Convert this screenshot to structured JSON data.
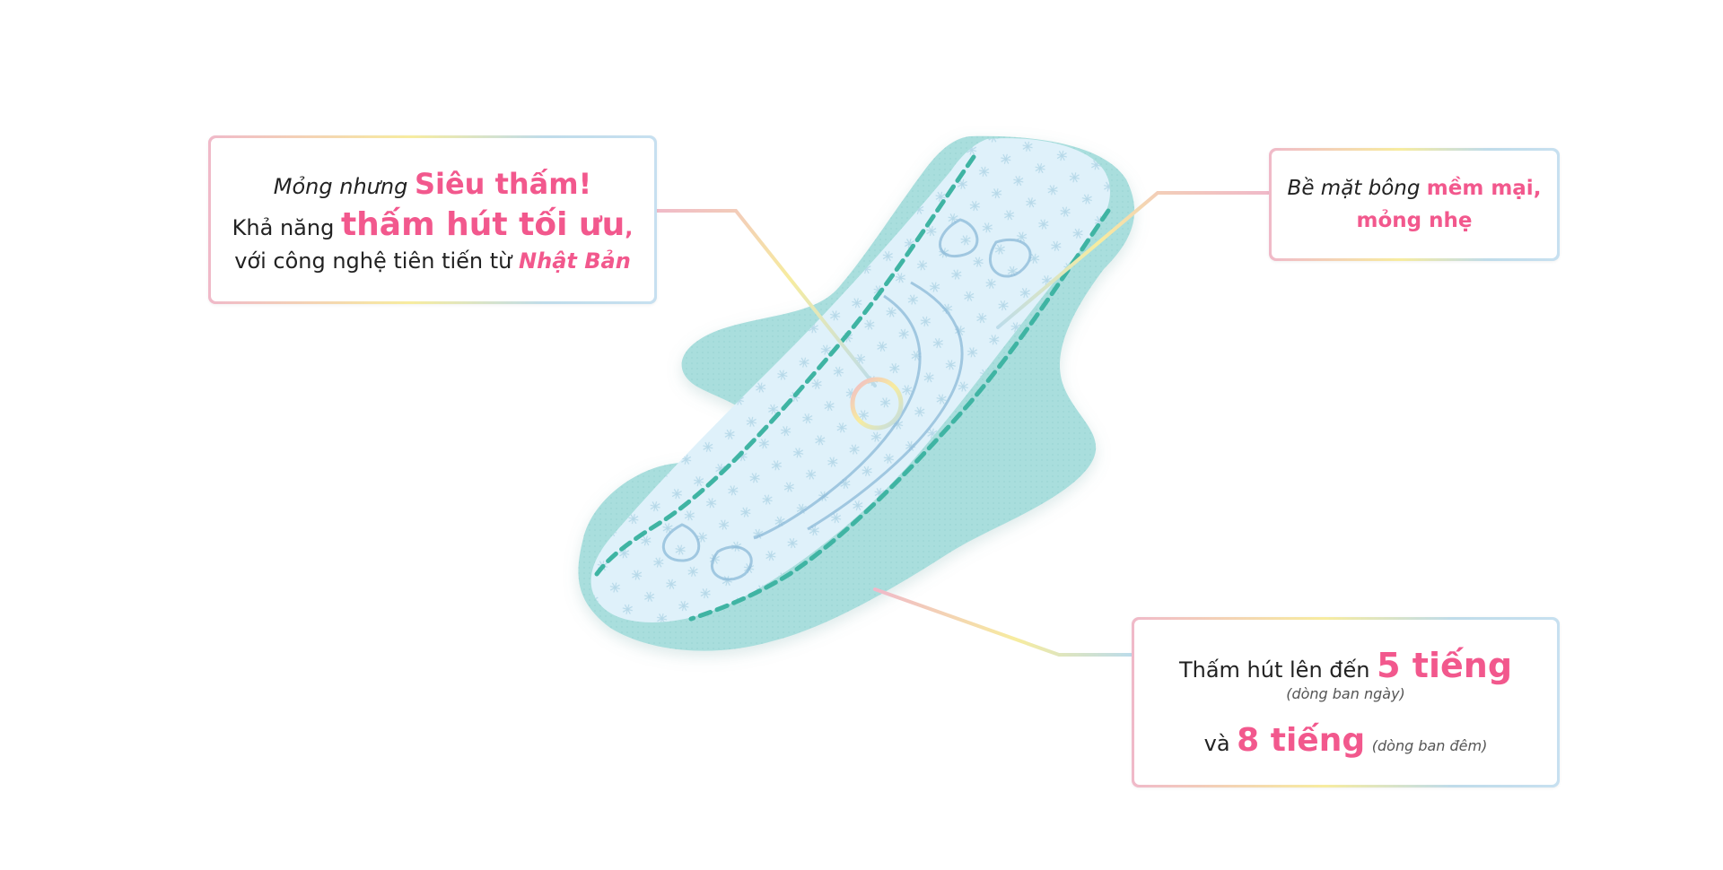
{
  "callouts": {
    "absorb": {
      "line1_prefix": "Mỏng nhưng ",
      "line1_highlight": "Siêu thấm!",
      "line2_prefix": "Khả năng ",
      "line2_highlight": "thấm hút tối ưu",
      "line2_suffix": ",",
      "line3_prefix": "với công nghệ tiên tiến từ ",
      "line3_highlight": "Nhật Bản"
    },
    "surface": {
      "line1_prefix": "Bề mặt bông ",
      "line1_highlight": "mềm mại,",
      "line2_highlight": "mỏng nhẹ"
    },
    "duration": {
      "line1_prefix": "Thấm hút lên đến ",
      "line1_highlight": "5 tiếng",
      "line1_note": "(dòng ban ngày)",
      "line2_prefix": "và ",
      "line2_highlight": "8 tiếng",
      "line2_note": "(dòng ban đêm)"
    }
  },
  "colors": {
    "accent": "#f2588d",
    "pad_wing": "#a9dedd",
    "pad_core": "#dff1fa",
    "stitch": "#3fb4a3"
  }
}
